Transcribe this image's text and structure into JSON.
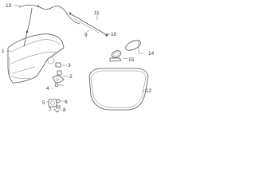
{
  "callouts": [
    {
      "id": "c1",
      "label": "1"
    },
    {
      "id": "c2",
      "label": "2"
    },
    {
      "id": "c3",
      "label": "3"
    },
    {
      "id": "c4",
      "label": "4"
    },
    {
      "id": "c5",
      "label": "5"
    },
    {
      "id": "c6",
      "label": "6"
    },
    {
      "id": "c7",
      "label": "7"
    },
    {
      "id": "c8",
      "label": "8"
    },
    {
      "id": "c9",
      "label": "9"
    },
    {
      "id": "c10",
      "label": "10"
    },
    {
      "id": "c11",
      "label": "11"
    },
    {
      "id": "c12",
      "label": "12"
    },
    {
      "id": "c13",
      "label": "13"
    },
    {
      "id": "c14",
      "label": "14"
    },
    {
      "id": "c15",
      "label": "15"
    }
  ],
  "colors": {
    "line": "#555555",
    "text": "#333333",
    "background": "#ffffff"
  }
}
